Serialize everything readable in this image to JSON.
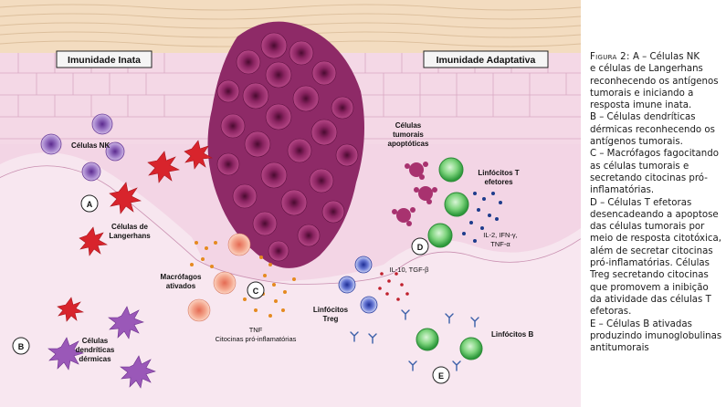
{
  "diagram": {
    "headers": {
      "innate": "Imunidade Inata",
      "adaptive": "Imunidade Adaptativa"
    },
    "markers": {
      "a": "A",
      "b": "B",
      "c": "C",
      "d": "D",
      "e": "E"
    },
    "labels": {
      "nk": "Células NK",
      "langerhans_1": "Células de",
      "langerhans_2": "Langerhans",
      "macrophages_1": "Macrófagos",
      "macrophages_2": "ativados",
      "dendritic_1": "Células",
      "dendritic_2": "dendríticas",
      "dendritic_3": "dérmicas",
      "apoptotic_1": "Células",
      "apoptotic_2": "tumorais",
      "apoptotic_3": "apoptóticas",
      "t_effector_1": "Linfócitos T",
      "t_effector_2": "efetores",
      "cytokines_1": "IL-2, IFN-γ,",
      "cytokines_2": "TNF-α",
      "treg_cytokines": "IL-10, TGF-β",
      "treg_1": "Linfócitos",
      "treg_2": "Treg",
      "tnf_1": "TNF",
      "tnf_2": "Citocinas pró-inflamatórias",
      "b_cells": "Linfócitos B"
    }
  },
  "caption": {
    "lead": "Figura 2:",
    "lines": [
      "A – Células NK",
      "e células de Langerhans",
      "reconhecendo os antígenos",
      "tumorais e iniciando a",
      "resposta imune inata.",
      "B – Células dendríticas",
      "dérmicas reconhecendo os",
      "antígenos tumorais.",
      "C – Macrófagos fagocitando",
      "as células tumorais e",
      "secretando citocinas pró-",
      "inflamatórias.",
      "D – Células T efetoras",
      "desencadeando a apoptose",
      "das células tumorais por",
      "meio de resposta citotóxica,",
      "além de secretar citocinas",
      "pró-inflamatórias. Células",
      "Treg secretando citocinas",
      "que promovem a inibição",
      "da atividade das células T",
      "efetoras.",
      "E – Células B ativadas",
      "produzindo imunoglobulinas",
      "antitumorais"
    ]
  },
  "colors": {
    "skin_top": "#f3dcc0",
    "epidermis": "#f4d8e6",
    "dermis": "#f6e1ec",
    "tumor": "#7e1d57",
    "nk": "#8a5cb8",
    "langerhans": "#d8242c",
    "macrophage": "#f19c84",
    "t_cell": "#3ab44a",
    "b_cell": "#3a9a3a",
    "treg": "#3b4cb8"
  }
}
